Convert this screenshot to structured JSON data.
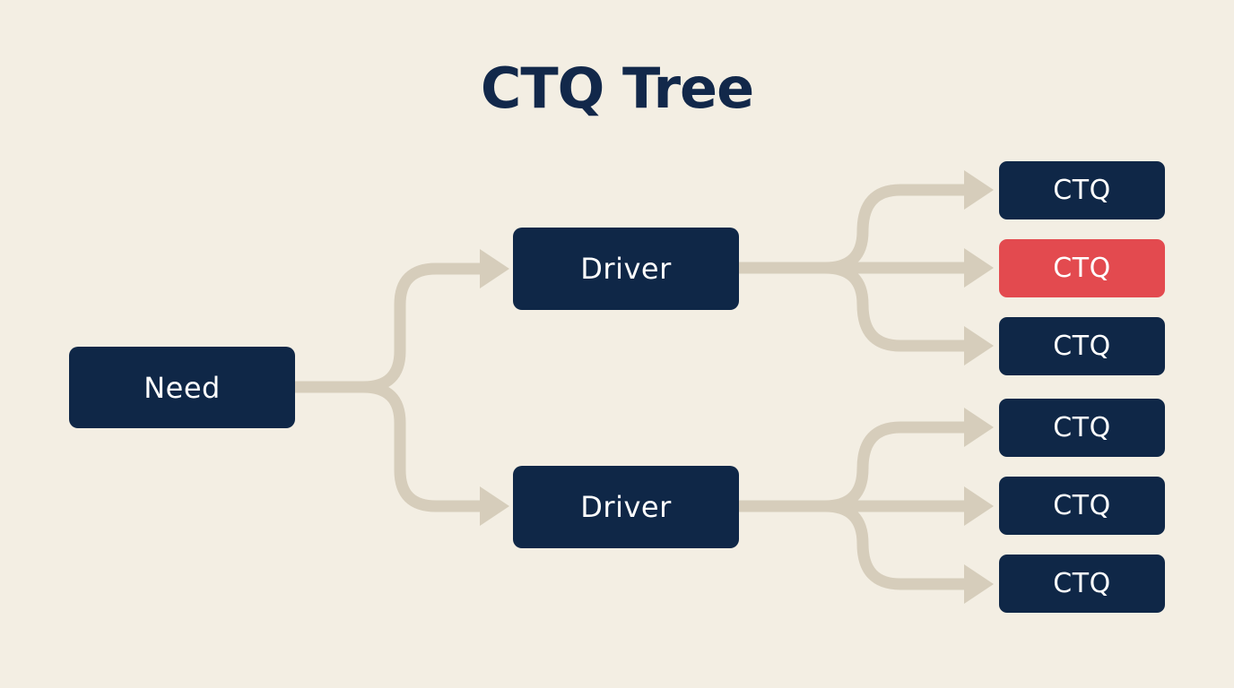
{
  "title": "CTQ Tree",
  "colors": {
    "background": "#f3eee3",
    "node": "#0f2747",
    "highlight": "#e34a4f",
    "connector": "#d6cdbb",
    "title": "#12284a"
  },
  "nodes": {
    "need": {
      "label": "Need"
    },
    "drivers": [
      {
        "label": "Driver"
      },
      {
        "label": "Driver"
      }
    ],
    "ctqs": [
      {
        "label": "CTQ",
        "highlighted": false
      },
      {
        "label": "CTQ",
        "highlighted": true
      },
      {
        "label": "CTQ",
        "highlighted": false
      },
      {
        "label": "CTQ",
        "highlighted": false
      },
      {
        "label": "CTQ",
        "highlighted": false
      },
      {
        "label": "CTQ",
        "highlighted": false
      }
    ]
  }
}
